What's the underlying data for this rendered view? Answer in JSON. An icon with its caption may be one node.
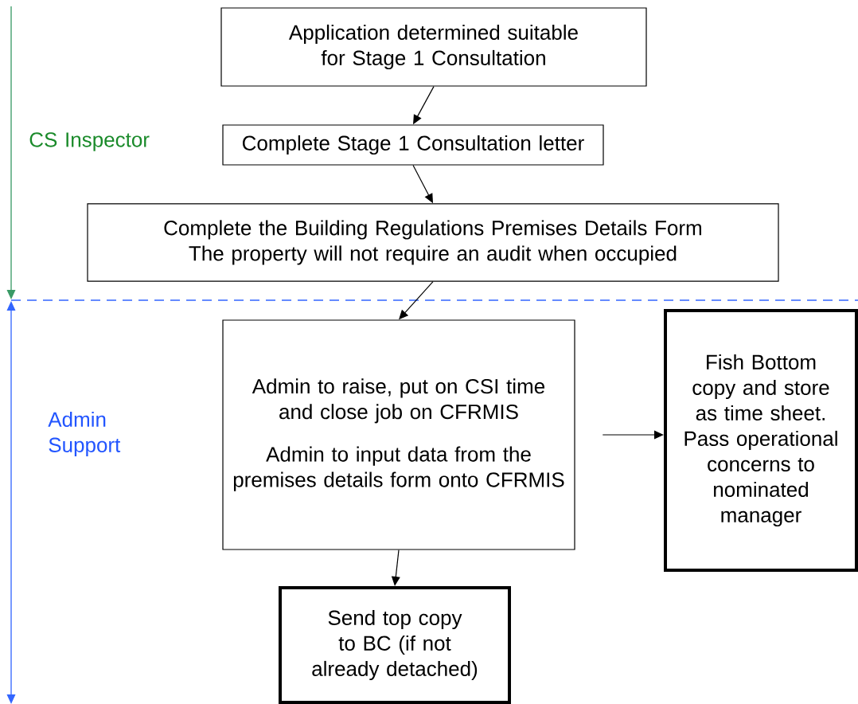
{
  "diagram": {
    "nodes": [
      {
        "text": [
          "Application determined suitable for Stage 1 Consultation"
        ]
      },
      {
        "text": [
          "Complete Stage 1 Consultation letter"
        ]
      },
      {
        "text": [
          "Complete the Building Regulations Premises Details Form",
          "The property will not require an audit when occupied"
        ]
      },
      {
        "text": [
          "Admin to raise, put on CSI time and close job on CFRMIS",
          "Admin to input data from the premises details form onto CFRMIS"
        ]
      },
      {
        "text": [
          "Fish Bottom copy and store as time sheet. Pass operational concerns to nominated manager"
        ]
      },
      {
        "text": [
          "Send top copy to BC (if not already detached)"
        ]
      }
    ],
    "edges": [
      {
        "from": 0,
        "to": 1,
        "arrow": "to"
      },
      {
        "from": 1,
        "to": 2,
        "arrow": "to"
      },
      {
        "from": 2,
        "to": 3,
        "arrow": "to"
      },
      {
        "from": 3,
        "to": 4,
        "arrow": "to"
      },
      {
        "from": 3,
        "to": 5,
        "arrow": "to"
      }
    ],
    "labels": [
      "CS Inspector",
      "Admin Support"
    ]
  }
}
